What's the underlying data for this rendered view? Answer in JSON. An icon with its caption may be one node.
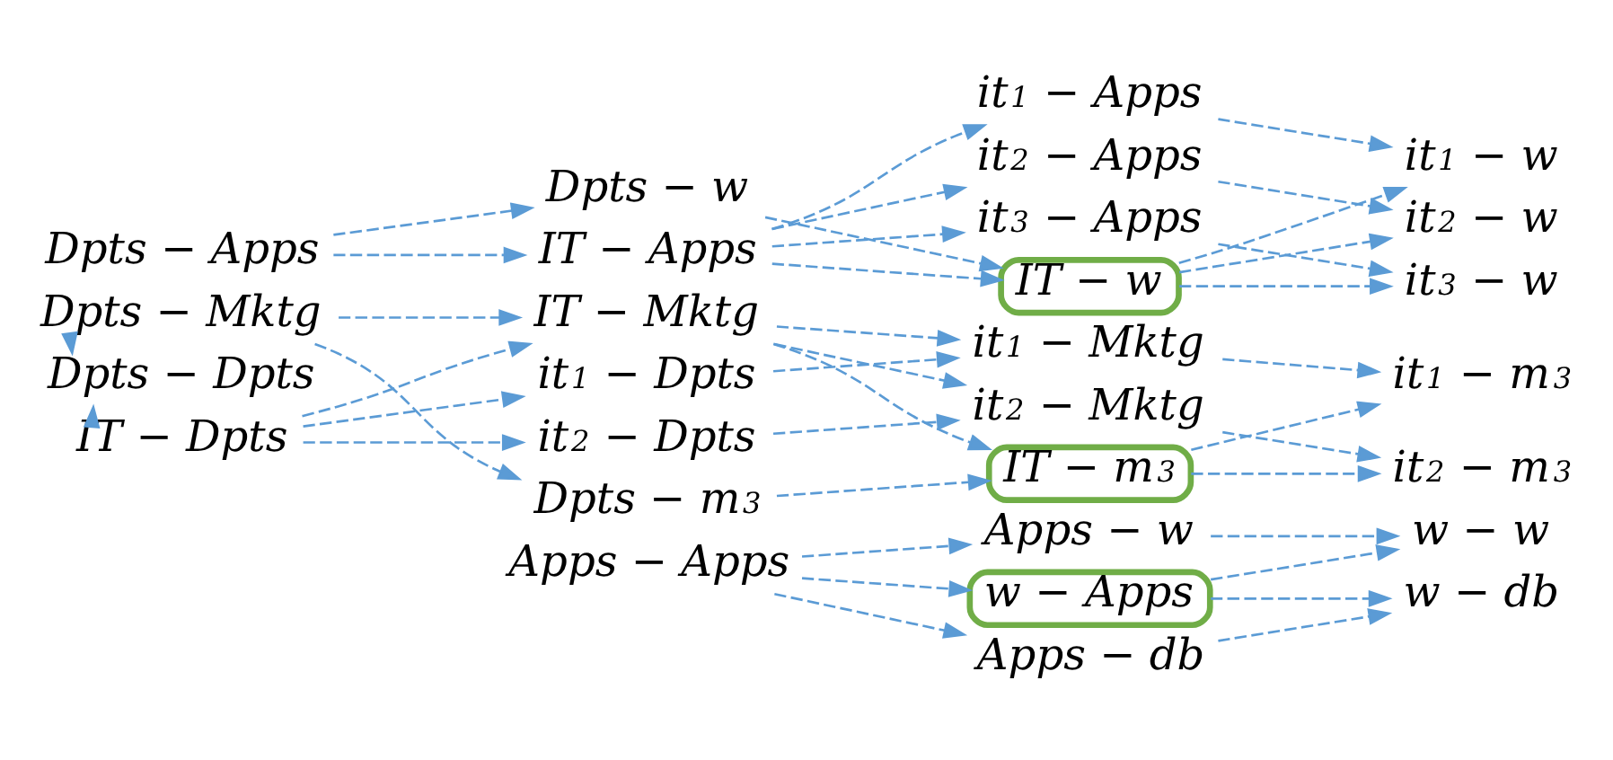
{
  "diagram": {
    "nodes": [
      {
        "text": [
          "Dpts − Apps"
        ]
      },
      {
        "text": [
          "Dpts − Mktg"
        ]
      },
      {
        "text": [
          "Dpts − Dpts"
        ]
      },
      {
        "text": [
          "IT − Dpts"
        ]
      },
      {
        "text": [
          "Dpts − w"
        ]
      },
      {
        "text": [
          "IT − Apps"
        ]
      },
      {
        "text": [
          "IT − Mktg"
        ]
      },
      {
        "text": [
          "it$_{1}$ − Dpts"
        ]
      },
      {
        "text": [
          "it$_{2}$ − Dpts"
        ]
      },
      {
        "text": [
          "Dpts − m$_{3}$"
        ]
      },
      {
        "text": [
          "Apps − Apps"
        ]
      },
      {
        "text": [
          "it$_{1}$ − Apps"
        ]
      },
      {
        "text": [
          "it$_{2}$ − Apps"
        ]
      },
      {
        "text": [
          "it$_{3}$ − Apps"
        ]
      },
      {
        "text": [
          "IT − w"
        ]
      },
      {
        "text": [
          "it$_{1}$ − Mktg"
        ]
      },
      {
        "text": [
          "it$_{2}$ − Mktg"
        ]
      },
      {
        "text": [
          "IT − m$_{3}$"
        ]
      },
      {
        "text": [
          "Apps − w"
        ]
      },
      {
        "text": [
          "w − Apps"
        ]
      },
      {
        "text": [
          "Apps − db"
        ]
      },
      {
        "text": [
          "it$_{1}$ − w"
        ]
      },
      {
        "text": [
          "it$_{2}$ − w"
        ]
      },
      {
        "text": [
          "it$_{3}$ − w"
        ]
      },
      {
        "text": [
          "it$_{1}$ − m$_{3}$"
        ]
      },
      {
        "text": [
          "it$_{2}$ − m$_{3}$"
        ]
      },
      {
        "text": [
          "w − w"
        ]
      },
      {
        "text": [
          "w − db"
        ]
      }
    ],
    "edges": [
      {
        "from": 0,
        "to": 4,
        "arrow": "to",
        "style": "dashed"
      },
      {
        "from": 0,
        "to": 5,
        "arrow": "to",
        "style": "dashed"
      },
      {
        "from": 1,
        "to": 2,
        "arrow": "to",
        "style": "dashed"
      },
      {
        "from": 1,
        "to": 6,
        "arrow": "to",
        "style": "dashed"
      },
      {
        "from": 1,
        "to": 9,
        "arrow": "to",
        "style": "dashed"
      },
      {
        "from": 3,
        "to": 2,
        "arrow": "to",
        "style": "dashed"
      },
      {
        "from": 3,
        "to": 6,
        "arrow": "to",
        "style": "dashed"
      },
      {
        "from": 3,
        "to": 7,
        "arrow": "to",
        "style": "dashed"
      },
      {
        "from": 3,
        "to": 8,
        "arrow": "to",
        "style": "dashed"
      },
      {
        "from": 4,
        "to": 14,
        "arrow": "to",
        "style": "dashed"
      },
      {
        "from": 5,
        "to": 11,
        "arrow": "to",
        "style": "dashed"
      },
      {
        "from": 5,
        "to": 12,
        "arrow": "to",
        "style": "dashed"
      },
      {
        "from": 5,
        "to": 13,
        "arrow": "to",
        "style": "dashed"
      },
      {
        "from": 5,
        "to": 14,
        "arrow": "to",
        "style": "dashed"
      },
      {
        "from": 6,
        "to": 15,
        "arrow": "to",
        "style": "dashed"
      },
      {
        "from": 6,
        "to": 16,
        "arrow": "to",
        "style": "dashed"
      },
      {
        "from": 6,
        "to": 17,
        "arrow": "to",
        "style": "dashed"
      },
      {
        "from": 7,
        "to": 15,
        "arrow": "to",
        "style": "dashed"
      },
      {
        "from": 8,
        "to": 16,
        "arrow": "to",
        "style": "dashed"
      },
      {
        "from": 9,
        "to": 17,
        "arrow": "to",
        "style": "dashed"
      },
      {
        "from": 10,
        "to": 18,
        "arrow": "to",
        "style": "dashed"
      },
      {
        "from": 10,
        "to": 19,
        "arrow": "to",
        "style": "dashed"
      },
      {
        "from": 10,
        "to": 20,
        "arrow": "to",
        "style": "dashed"
      },
      {
        "from": 11,
        "to": 21,
        "arrow": "to",
        "style": "dashed"
      },
      {
        "from": 12,
        "to": 22,
        "arrow": "to",
        "style": "dashed"
      },
      {
        "from": 13,
        "to": 23,
        "arrow": "to",
        "style": "dashed"
      },
      {
        "from": 14,
        "to": 21,
        "arrow": "to",
        "style": "dashed"
      },
      {
        "from": 14,
        "to": 22,
        "arrow": "to",
        "style": "dashed"
      },
      {
        "from": 14,
        "to": 23,
        "arrow": "to",
        "style": "dashed"
      },
      {
        "from": 15,
        "to": 24,
        "arrow": "to",
        "style": "dashed"
      },
      {
        "from": 16,
        "to": 25,
        "arrow": "to",
        "style": "dashed"
      },
      {
        "from": 17,
        "to": 24,
        "arrow": "to",
        "style": "dashed"
      },
      {
        "from": 17,
        "to": 25,
        "arrow": "to",
        "style": "dashed"
      },
      {
        "from": 18,
        "to": 26,
        "arrow": "to",
        "style": "dashed"
      },
      {
        "from": 19,
        "to": 26,
        "arrow": "to",
        "style": "dashed"
      },
      {
        "from": 19,
        "to": 27,
        "arrow": "to",
        "style": "dashed"
      },
      {
        "from": 20,
        "to": 27,
        "arrow": "to",
        "style": "dashed"
      }
    ]
  }
}
